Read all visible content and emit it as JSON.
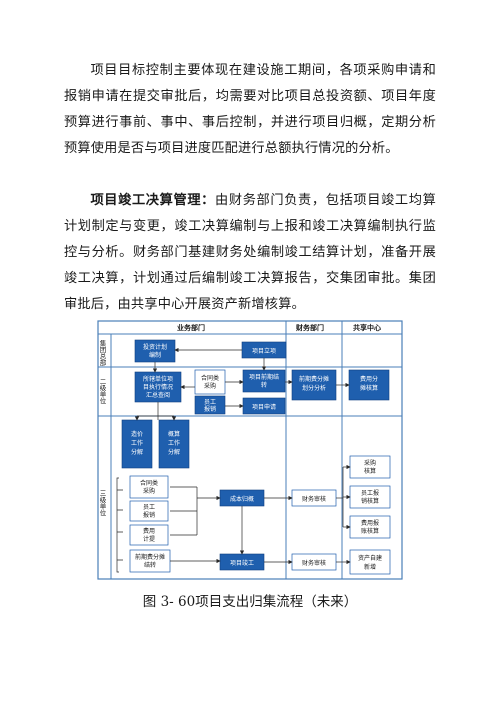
{
  "paragraph1": "项目目标控制主要体现在建设施工期间，各项采购申请和报销申请在提交审批后，均需要对比项目总投资额、项目年度预算进行事前、事中、事后控制，并进行项目归概，定期分析预算使用是否与项目进度匹配进行总额执行情况的分析。",
  "paragraph2": {
    "lead": "项目竣工决算管理：",
    "body": "由财务部门负责，包括项目竣工均算计划制定与变更，竣工决算编制与上报和竣工决算编制执行监控与分析。财务部门基建财务处编制竣工结算计划，准备开展竣工决算，计划通过后编制竣工决算报告，交集团审批。集团审批后，由共享中心开展资产新增核算。"
  },
  "diagram": {
    "columns": {
      "business": "业务部门",
      "finance": "财务部门",
      "shared": "共享中心"
    },
    "rows": {
      "group": "集团总部",
      "level2": "二级单位",
      "level3": "三级单位"
    },
    "boxes": {
      "invest_plan": "投资计划编制",
      "project_setup": "项目立项",
      "unit_exec": "所辖单位项目执行情况汇总查阅",
      "contract_purchase2": "合同类采购",
      "staff_reimb2": "员工报销",
      "project_pre_settle": "项目前期结转",
      "project_apply": "项目申请",
      "pre_cost_alloc": "前期费分摊划分分析",
      "expense_alloc": "费用分摊核算",
      "cost_decomp": "造价工作分解",
      "budget_decomp": "概算工作分解",
      "contract_purchase3": "合同类采购",
      "staff_reimb3": "员工报销",
      "expense_accrual": "费用计提",
      "pre_cost_settle": "前期费分摊结转",
      "cost_collection": "成本归概",
      "finance_audit1": "财务审核",
      "purchase_acct": "采购核算",
      "staff_reimb_acct": "员工报销核算",
      "expense_reimb_acct": "费用报账核算",
      "project_completion": "项目竣工",
      "finance_audit2": "财务审核",
      "asset_new": "资产自建新增"
    }
  },
  "caption": "图 3- 60项目支出归集流程（未来）"
}
